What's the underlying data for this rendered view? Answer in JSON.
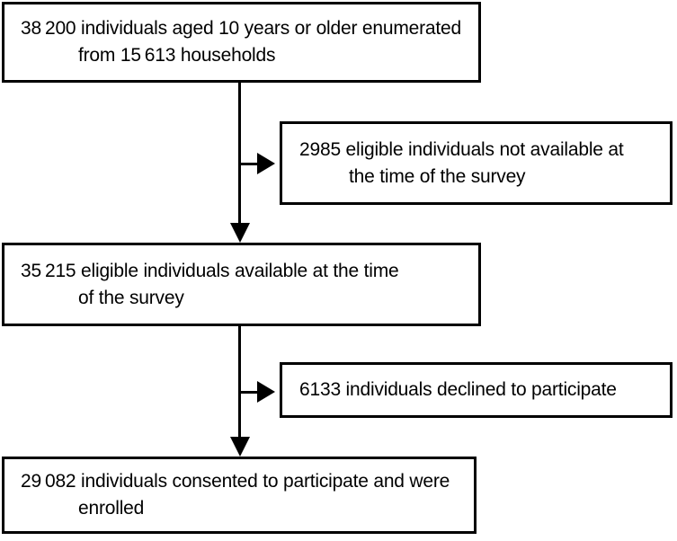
{
  "diagram": {
    "title": "participant-enrolment-flowchart",
    "colors": {
      "background": "#ffffff",
      "box_border": "#000000",
      "arrow": "#000000",
      "text": "#000000"
    },
    "boxes": {
      "enumerated": {
        "lines": [
          "38 200 individuals aged 10 years or older enumerated",
          "from 15 613 households"
        ]
      },
      "not_available": {
        "lines": [
          "2985 eligible individuals not available at",
          "the time of the survey"
        ]
      },
      "available": {
        "lines": [
          "35 215 eligible individuals available at the time",
          "of the survey"
        ]
      },
      "declined": {
        "lines": [
          "6133 individuals declined to participate"
        ]
      },
      "enrolled": {
        "lines": [
          "29 082 individuals consented to participate and were",
          "enrolled"
        ]
      }
    }
  }
}
